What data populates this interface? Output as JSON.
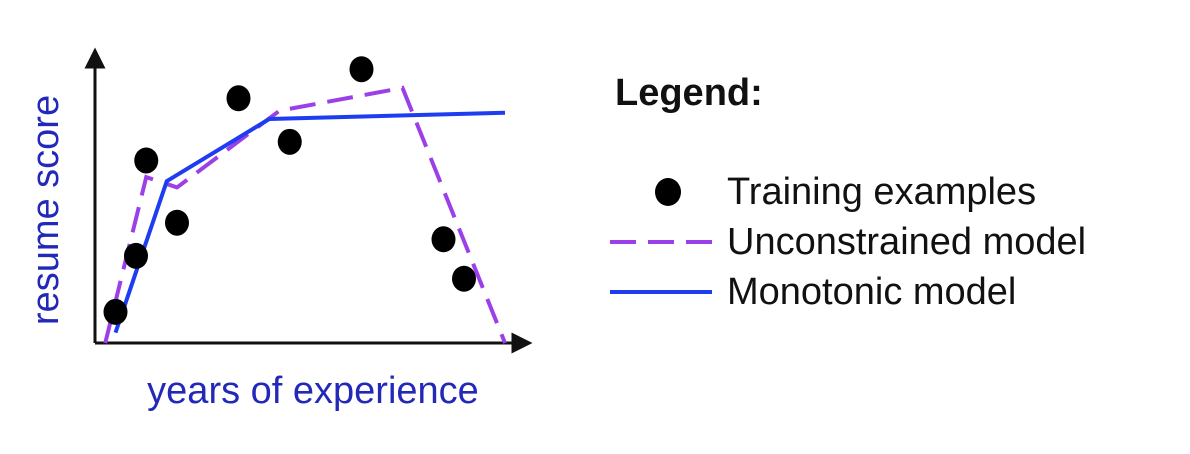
{
  "chart_data": {
    "type": "line",
    "xlabel": "years of experience",
    "ylabel": "resume score",
    "xlim": [
      0,
      20
    ],
    "ylim": [
      0,
      13.5
    ],
    "grid": false,
    "legend_position": "right",
    "colors": {
      "axis": "#111111",
      "axis_label": "#2229b8",
      "points": "#000000",
      "unconstrained": "#9b3fe8",
      "monotonic": "#1e3df0"
    },
    "series": [
      {
        "name": "Training examples",
        "kind": "scatter",
        "x": [
          1,
          2,
          2.5,
          4,
          7,
          9.5,
          13,
          17,
          18
        ],
        "y": [
          1.5,
          4.2,
          8.8,
          5.8,
          11.8,
          9.7,
          13.2,
          5.0,
          3.1
        ]
      },
      {
        "name": "Unconstrained model",
        "kind": "line",
        "style": "dashed",
        "x": [
          0.5,
          2.5,
          4,
          9,
          15,
          20
        ],
        "y": [
          0,
          8.0,
          7.5,
          11.2,
          12.3,
          0
        ]
      },
      {
        "name": "Monotonic model",
        "kind": "line",
        "style": "solid",
        "x": [
          1,
          3.5,
          8.5,
          20
        ],
        "y": [
          0.5,
          7.8,
          10.8,
          11.1
        ]
      }
    ]
  },
  "legend": {
    "title": "Legend:",
    "items": [
      {
        "label": "Training examples",
        "icon": "filled-circle-marker"
      },
      {
        "label": "Unconstrained model",
        "icon": "dashed-line-marker"
      },
      {
        "label": "Monotonic model",
        "icon": "solid-line-marker"
      }
    ]
  }
}
